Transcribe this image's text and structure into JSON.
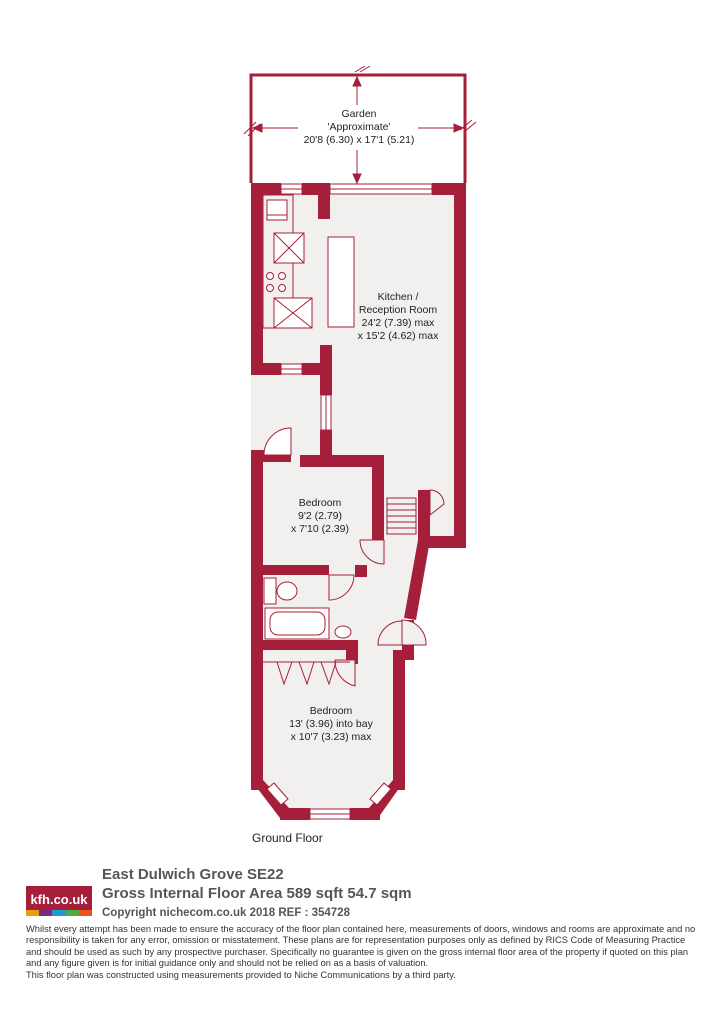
{
  "garden": {
    "name": "Garden",
    "note": "'Approximate'",
    "dimensions": "20'8 (6.30) x 17'1 (5.21)"
  },
  "kitchen": {
    "name": "Kitchen /",
    "name2": "Reception Room",
    "dim1": "24'2 (7.39) max",
    "dim2": "x 15'2 (4.62) max"
  },
  "bedroom1": {
    "name": "Bedroom",
    "dim1": "9'2 (2.79)",
    "dim2": "x 7'10 (2.39)"
  },
  "bedroom2": {
    "name": "Bedroom",
    "dim1": "13' (3.96) into bay",
    "dim2": "x 10'7 (3.23) max"
  },
  "floor_label": "Ground Floor",
  "footer": {
    "address": "East Dulwich Grove  SE22",
    "area": "Gross Internal Floor Area 589 sqft 54.7 sqm",
    "copyright": "Copyright nichecom.co.uk 2018 REF : 354728",
    "logo_text": "kfh.co.uk",
    "disclaimer": "Whilst every attempt has been made to ensure the accuracy of the floor plan contained here, measurements of doors, windows and rooms are approximate and no responsibility is taken for any error, omission or misstatement.  These plans are for representation purposes only as defined by RICS Code of Measuring Practice and should be used as such by any prospective purchaser.  Specifically no guarantee is given on the gross internal floor area of the property if quoted on this plan and any figure given is for initial guidance only and should not be relied on as a basis of valuation.",
    "disclaimer2": "This floor plan was constructed using measurements provided to Niche Communications by a third party."
  },
  "colors": {
    "wall": "#a51f3a",
    "floor": "#f1f0ef",
    "text": "#55565a",
    "logo_stripes": [
      "#e3a008",
      "#7a2a83",
      "#1f9ad6",
      "#57a844",
      "#e8541e"
    ]
  }
}
